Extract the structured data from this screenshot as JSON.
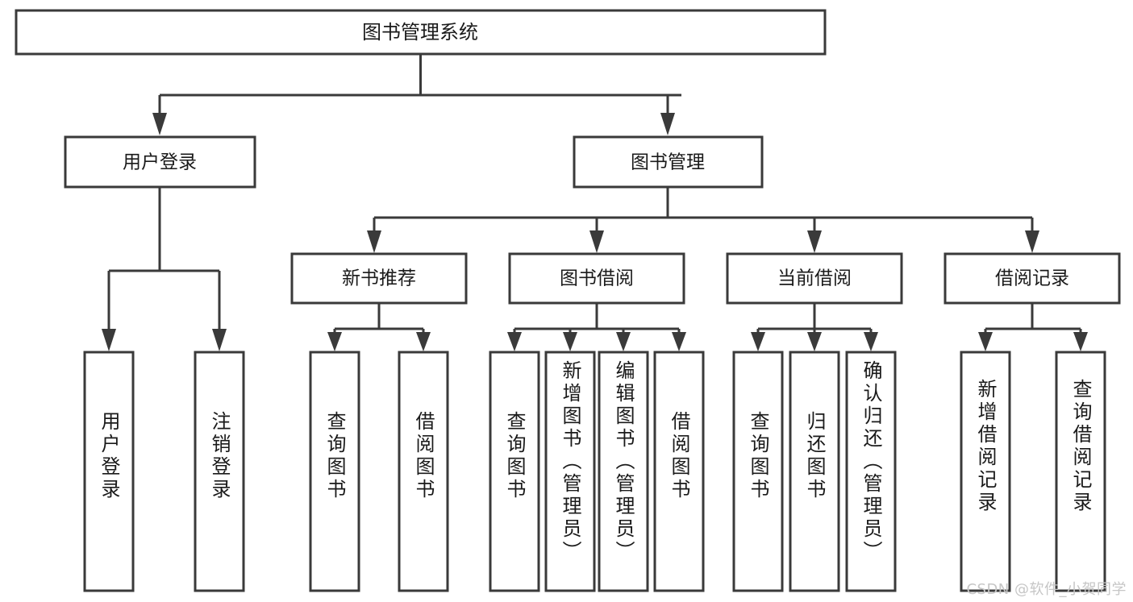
{
  "diagram": {
    "type": "tree-hierarchy",
    "title": "图书管理系统",
    "orientation": "top-down",
    "watermark": "CSDN @软件_小贺同学",
    "colors": {
      "stroke": "#3a3a3a",
      "fill": "#ffffff",
      "text": "#1a1a1a",
      "watermark": "#c6c6c6"
    },
    "root": {
      "id": "root",
      "label": "图书管理系统"
    },
    "level2": [
      {
        "id": "user-login",
        "label": "用户登录"
      },
      {
        "id": "book-manage",
        "label": "图书管理"
      }
    ],
    "level3": [
      {
        "id": "new-book-rec",
        "label": "新书推荐",
        "parent": "book-manage"
      },
      {
        "id": "book-borrow",
        "label": "图书借阅",
        "parent": "book-manage"
      },
      {
        "id": "current-borrow",
        "label": "当前借阅",
        "parent": "book-manage"
      },
      {
        "id": "borrow-record",
        "label": "借阅记录",
        "parent": "book-manage"
      }
    ],
    "leaves": [
      {
        "id": "leaf-user-login",
        "label": "用户登录",
        "parent": "user-login"
      },
      {
        "id": "leaf-user-logout",
        "label": "注销登录",
        "parent": "user-login"
      },
      {
        "id": "leaf-query-book-1",
        "label": "查询图书",
        "parent": "new-book-rec"
      },
      {
        "id": "leaf-borrow-book-1",
        "label": "借阅图书",
        "parent": "new-book-rec"
      },
      {
        "id": "leaf-query-book-2",
        "label": "查询图书",
        "parent": "book-borrow"
      },
      {
        "id": "leaf-add-book",
        "label": "新增图书（管理员）",
        "parent": "book-borrow"
      },
      {
        "id": "leaf-edit-book",
        "label": "编辑图书（管理员）",
        "parent": "book-borrow"
      },
      {
        "id": "leaf-borrow-book-2",
        "label": "借阅图书",
        "parent": "book-borrow"
      },
      {
        "id": "leaf-query-book-3",
        "label": "查询图书",
        "parent": "current-borrow"
      },
      {
        "id": "leaf-return-book",
        "label": "归还图书",
        "parent": "current-borrow"
      },
      {
        "id": "leaf-confirm-return",
        "label": "确认归还（管理员）",
        "parent": "current-borrow"
      },
      {
        "id": "leaf-add-record",
        "label": "新增借阅记录",
        "parent": "borrow-record"
      },
      {
        "id": "leaf-query-record",
        "label": "查询借阅记录",
        "parent": "borrow-record"
      }
    ]
  }
}
